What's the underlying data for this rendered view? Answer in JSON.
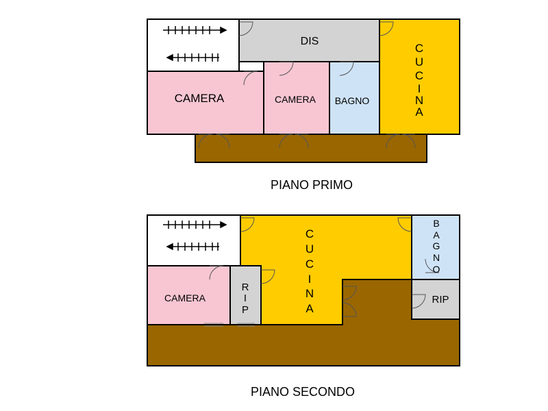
{
  "colors": {
    "camera": "#f7c6d2",
    "bagno": "#cfe3f7",
    "cucina": "#ffcc00",
    "dis": "#d3d3d3",
    "rip": "#d3d3d3",
    "terrace": "#996600",
    "stair": "#ffffff",
    "wall": "#000000"
  },
  "floor1": {
    "title": "PIANO PRIMO",
    "rooms": {
      "dis": "DIS",
      "camera_large": "CAMERA",
      "camera_small": "CAMERA",
      "bagno": "BAGNO",
      "cucina": [
        "C",
        "U",
        "C",
        "I",
        "N",
        "A"
      ]
    }
  },
  "floor2": {
    "title": "PIANO SECONDO",
    "rooms": {
      "camera": "CAMERA",
      "rip_vertical": [
        "R",
        "I",
        "P"
      ],
      "rip": "RIP",
      "cucina": [
        "C",
        "U",
        "C",
        "I",
        "N",
        "A"
      ],
      "bagno": [
        "B",
        "A",
        "G",
        "N",
        "O"
      ]
    }
  },
  "icons": {
    "stair_arrow": "stair-arrow-icon",
    "door_swing": "door-swing-icon",
    "window": "window-icon"
  }
}
